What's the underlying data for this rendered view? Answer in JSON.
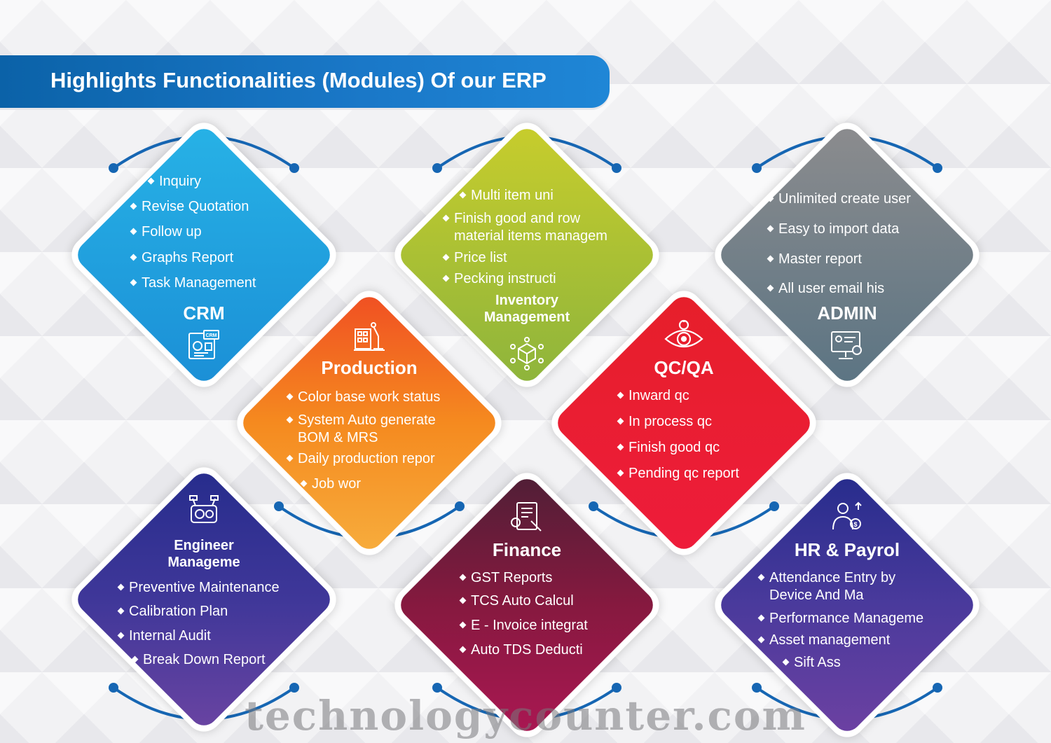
{
  "banner": {
    "title": "Highlights Functionalities (Modules) Of our ERP"
  },
  "colors": {
    "arc": "#1666b3",
    "crm": [
      "#1ea6e0",
      "#1d86d0"
    ],
    "inventory": [
      "#c7cc2e",
      "#8ab63b"
    ],
    "admin": [
      "#8f8f91",
      "#5e7585"
    ],
    "production": [
      "#f15a24",
      "#f7a43a"
    ],
    "qcqa": [
      "#e8202b",
      "#ec1c3a"
    ],
    "engineering": [
      "#2b2f8f",
      "#5c3d9e"
    ],
    "finance": [
      "#5c1f3a",
      "#a3184f"
    ],
    "hr": [
      "#2b2f8f",
      "#6a3fa0"
    ]
  },
  "modules": {
    "crm": {
      "title": "CRM",
      "icon": "crm-icon",
      "icon_label": "CRM",
      "items": [
        "Inquiry",
        "Revise Quotation",
        "Follow up",
        "Graphs Report",
        "Task Management"
      ]
    },
    "inventory": {
      "title_line1": "Inventory",
      "title_line2": "Management",
      "icon": "cube-network-icon",
      "items": [
        "Multi item uni",
        "Finish good and row",
        "material items managem",
        "Price list",
        "Pecking instructi"
      ]
    },
    "admin": {
      "title": "ADMIN",
      "icon": "computer-settings-icon",
      "items": [
        "Unlimited create user",
        "Easy to import data",
        "Master report",
        "All user email his"
      ]
    },
    "production": {
      "title": "Production",
      "icon": "factory-robot-icon",
      "items": [
        "Color base work status",
        "System Auto generate",
        "BOM & MRS",
        "Daily production repor",
        "Job wor"
      ]
    },
    "qcqa": {
      "title": "QC/QA",
      "icon": "eye-inspection-icon",
      "items": [
        "Inward qc",
        "In process qc",
        "Finish good qc",
        "Pending qc report"
      ]
    },
    "engineering": {
      "title_line1": "Engineer",
      "title_line2": "Manageme",
      "icon": "engine-gears-icon",
      "items": [
        "Preventive Maintenance",
        "Calibration Plan",
        "Internal Audit",
        "Break Down Report"
      ]
    },
    "finance": {
      "title": "Finance",
      "icon": "finance-document-icon",
      "items": [
        "GST Reports",
        "TCS Auto Calcul",
        "E - Invoice integrat",
        "Auto TDS Deducti"
      ]
    },
    "hr": {
      "title": "HR & Payrol",
      "icon": "employee-salary-icon",
      "items": [
        "Attendance Entry by",
        "Device And Ma",
        "Performance Manageme",
        "Asset management",
        "Sift Ass"
      ]
    }
  },
  "watermark": "technologycounter.com"
}
